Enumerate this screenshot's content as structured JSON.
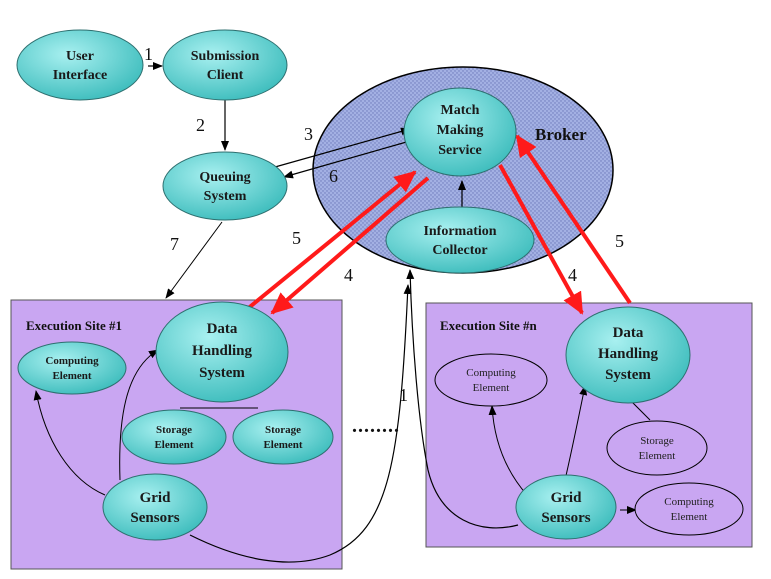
{
  "colors": {
    "node_fill": "#5fd0d0",
    "node_fill_light": "#b6ecec",
    "site_fill": "#c9a6f2",
    "broker_fill": "#9aa8dc",
    "red_arrow": "#ff1a1a",
    "black": "#000000"
  },
  "nodes": {
    "user_interface": [
      "User",
      "Interface"
    ],
    "submission_client": [
      "Submission",
      "Client"
    ],
    "queuing_system": [
      "Queuing",
      "System"
    ],
    "match_making": [
      "Match",
      "Making",
      "Service"
    ],
    "info_collector": [
      "Information",
      "Collector"
    ],
    "dhs1": [
      "Data",
      "Handling",
      "System"
    ],
    "ce1": [
      "Computing",
      "Element"
    ],
    "se1a": [
      "Storage",
      "Element"
    ],
    "se1b": [
      "Storage",
      "Element"
    ],
    "gs1": [
      "Grid",
      "Sensors"
    ],
    "dhsn": [
      "Data",
      "Handling",
      "System"
    ],
    "cen1": [
      "Computing",
      "Element"
    ],
    "sen": [
      "Storage",
      "Element"
    ],
    "gsn": [
      "Grid",
      "Sensors"
    ],
    "cen2": [
      "Computing",
      "Element"
    ]
  },
  "labels": {
    "broker": "Broker",
    "site1": "Execution Site #1",
    "siten": "Execution Site #n",
    "ellipsis": "........"
  },
  "edge_labels": {
    "n1_top": "1",
    "n2": "2",
    "n3": "3",
    "n6": "6",
    "n7": "7",
    "n5_left": "5",
    "n4_left": "4",
    "n4_right": "4",
    "n5_right": "5",
    "n1_bottom": "1"
  }
}
